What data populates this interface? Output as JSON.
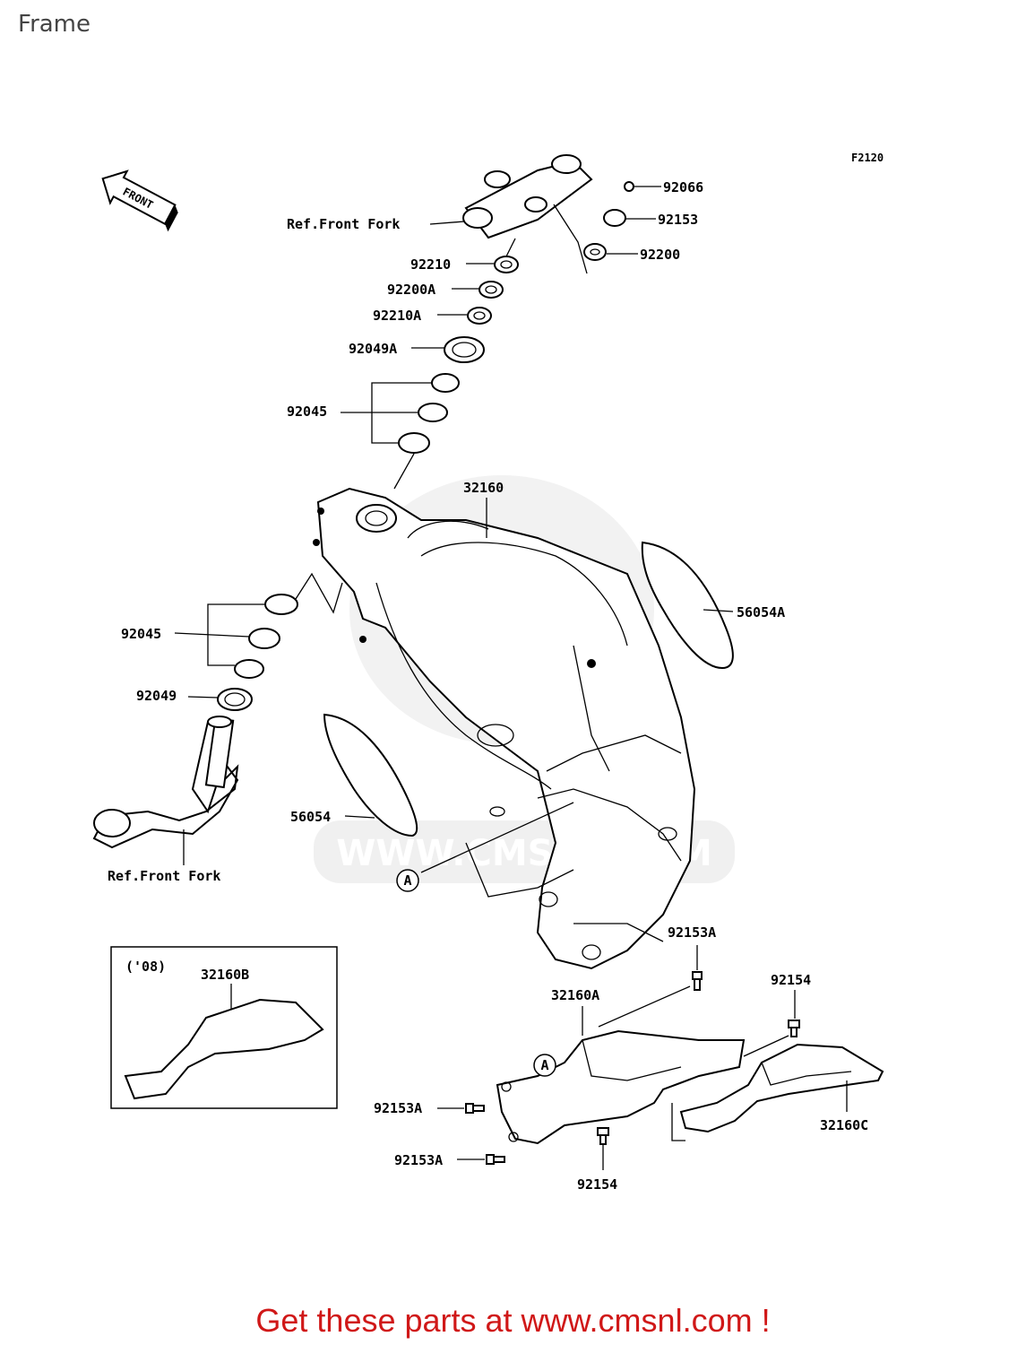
{
  "page": {
    "title": "Frame"
  },
  "diagram": {
    "code": "F2120",
    "front_label": "FRONT",
    "watermark": "WWW.CMSNL.COM",
    "labels": {
      "ref_front_fork_top": "Ref.Front Fork",
      "ref_front_fork_bottom": "Ref.Front Fork",
      "p92066": "92066",
      "p92153": "92153",
      "p92200": "92200",
      "p92210": "92210",
      "p92200A": "92200A",
      "p92210A": "92210A",
      "p92049A": "92049A",
      "p92045_top": "92045",
      "p32160": "32160",
      "p56054A": "56054A",
      "p92045_bottom": "92045",
      "p92049": "92049",
      "p56054": "56054",
      "marker_a1": "A",
      "marker_a2": "A",
      "inset_year": "('08)",
      "p32160B": "32160B",
      "p92153A_1": "92153A",
      "p92154_1": "92154",
      "p32160A": "32160A",
      "p32160C": "32160C",
      "p92153A_2": "92153A",
      "p92153A_3": "92153A",
      "p92154_2": "92154"
    }
  },
  "footer": {
    "text": "Get these parts at www.cmsnl.com !"
  },
  "colors": {
    "footer_text": "#d01818",
    "line": "#000000",
    "watermark": "#e6e6e6"
  }
}
